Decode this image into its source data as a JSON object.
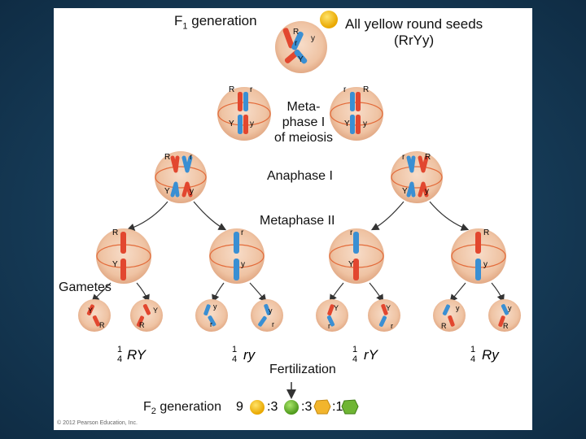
{
  "title": {
    "f1_generation": "F",
    "f1_sub": "1",
    "f1_suffix": " generation",
    "phenotype": "All yellow round seeds",
    "genotype": "(RrYy)"
  },
  "stages": {
    "metaphase_1": "Meta-phase I of meiosis",
    "meta_line1": "Meta-",
    "meta_line2": "phase I",
    "meta_line3": "of meiosis",
    "anaphase_1": "Anaphase I",
    "metaphase_2": "Metaphase II",
    "gametes": "Gametes",
    "fertilization": "Fertilization"
  },
  "gametes": [
    {
      "numerator": "1",
      "denominator": "4",
      "genotype": "RY"
    },
    {
      "numerator": "1",
      "denominator": "4",
      "genotype": "ry"
    },
    {
      "numerator": "1",
      "denominator": "4",
      "genotype": "rY"
    },
    {
      "numerator": "1",
      "denominator": "4",
      "genotype": "Ry"
    }
  ],
  "f2": {
    "label": "F",
    "sub": "2",
    "suffix": " generation",
    "ratios": [
      "9",
      ":3",
      ":3",
      ":1"
    ]
  },
  "alleles": {
    "R": "R",
    "r": "r",
    "Y": "Y",
    "y": "y"
  },
  "copyright": "© 2012 Pearson Education, Inc.",
  "colors": {
    "cell": "#f0c7a8",
    "cell_edge": "#d9a07a",
    "spindle": "#e36b3a",
    "red_chromosome": "#e2472f",
    "blue_chromosome": "#3a8fd3",
    "yellow_seed": "#f6c20a",
    "green_seed": "#6bbf2c",
    "page_background": "#1a4462"
  }
}
